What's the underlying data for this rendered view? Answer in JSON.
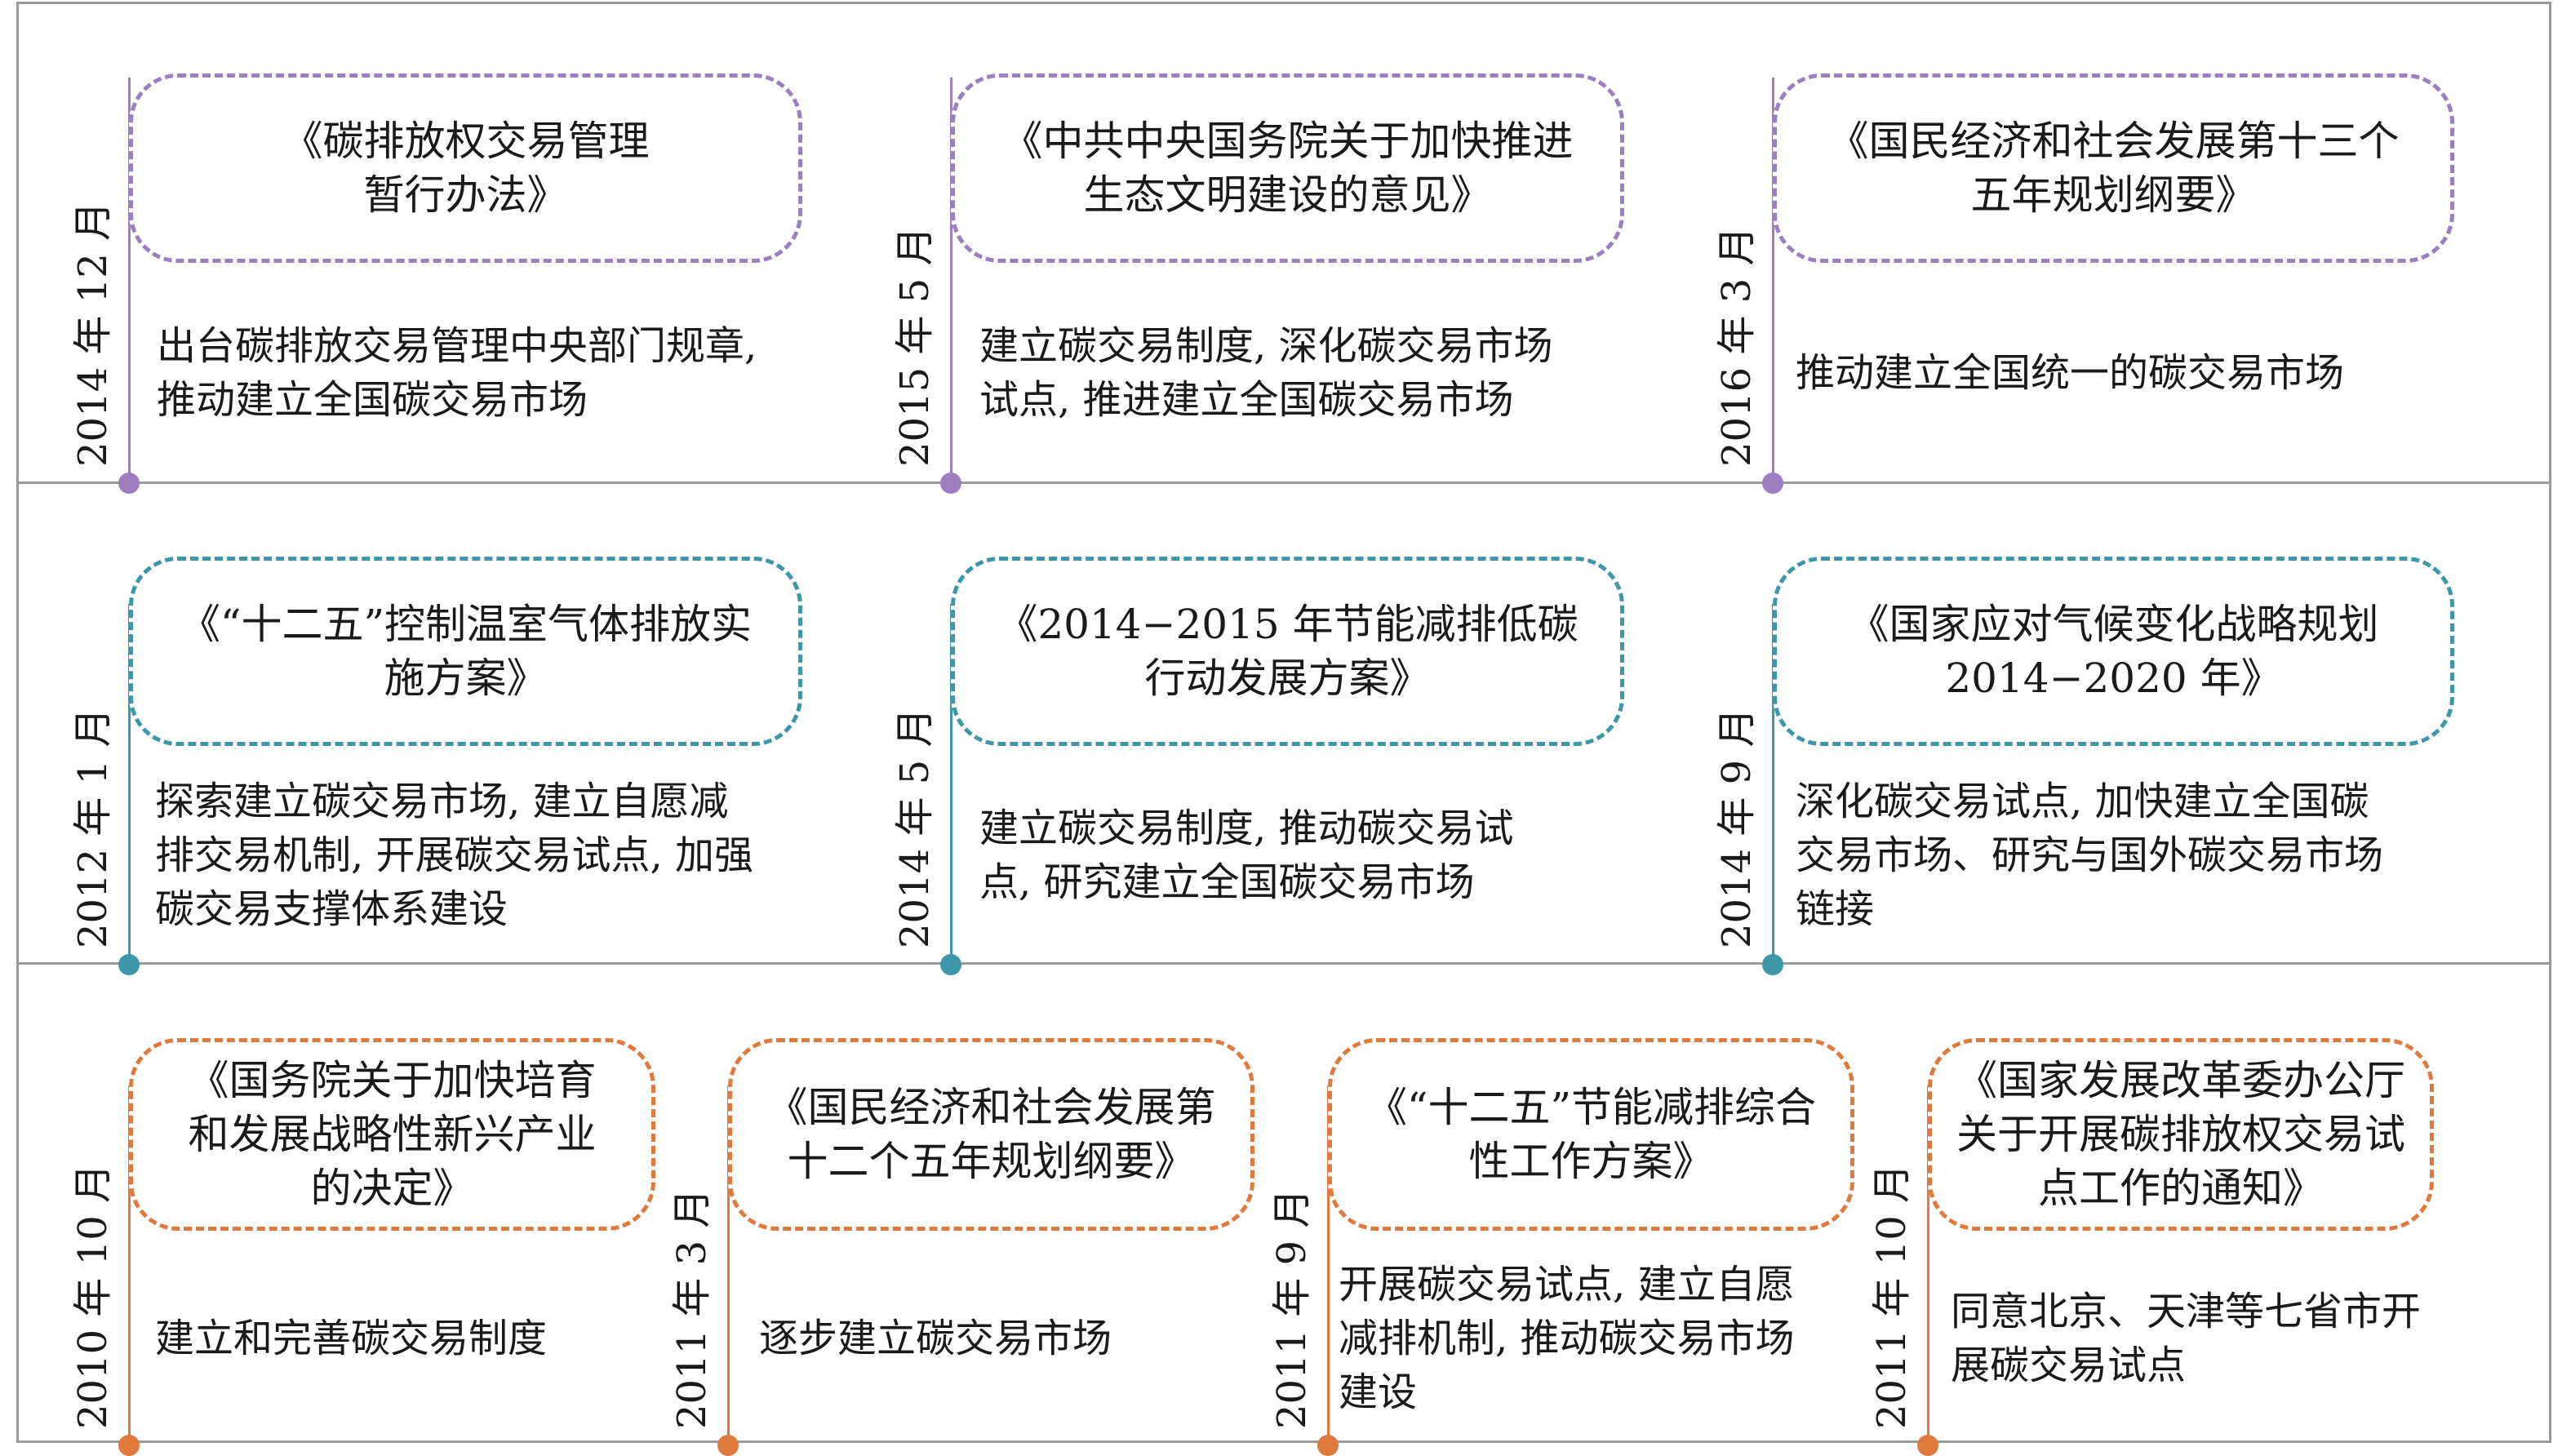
{
  "colors": {
    "row1": "#9b7fc0",
    "row2": "#3d97a8",
    "row3": "#e07a3c",
    "frame": "#9a9a9a"
  },
  "rows": [
    {
      "entries": [
        {
          "date": "2014 年 12 月",
          "title": [
            "《碳排放权交易管理",
            "暂行办法》"
          ],
          "desc": [
            "出台碳排放交易管理中央部门规章,",
            "推动建立全国碳交易市场"
          ]
        },
        {
          "date": "2015 年 5 月",
          "title": [
            "《中共中央国务院关于加快推进",
            "生态文明建设的意见》"
          ],
          "desc": [
            "建立碳交易制度, 深化碳交易市场",
            "试点, 推进建立全国碳交易市场"
          ]
        },
        {
          "date": "2016 年 3 月",
          "title": [
            "《国民经济和社会发展第十三个",
            "五年规划纲要》"
          ],
          "desc": [
            "推动建立全国统一的碳交易市场"
          ]
        }
      ]
    },
    {
      "entries": [
        {
          "date": "2012 年 1 月",
          "title": [
            "《“十二五”控制温室气体排放实",
            "施方案》"
          ],
          "desc": [
            "探索建立碳交易市场, 建立自愿减",
            "排交易机制, 开展碳交易试点, 加强",
            "碳交易支撑体系建设"
          ]
        },
        {
          "date": "2014 年 5 月",
          "title": [
            "《2014−2015 年节能减排低碳",
            "行动发展方案》"
          ],
          "desc": [
            "建立碳交易制度, 推动碳交易试",
            "点, 研究建立全国碳交易市场"
          ]
        },
        {
          "date": "2014 年 9 月",
          "title": [
            "《国家应对气候变化战略规划",
            "2014−2020 年》"
          ],
          "desc": [
            "深化碳交易试点, 加快建立全国碳",
            "交易市场、研究与国外碳交易市场",
            "链接"
          ]
        }
      ]
    },
    {
      "entries": [
        {
          "date": "2010 年 10 月",
          "title": [
            "《国务院关于加快培育",
            "和发展战略性新兴产业",
            "的决定》"
          ],
          "desc": [
            "建立和完善碳交易制度"
          ]
        },
        {
          "date": "2011 年 3 月",
          "title": [
            "《国民经济和社会发展第",
            "十二个五年规划纲要》"
          ],
          "desc": [
            "逐步建立碳交易市场"
          ]
        },
        {
          "date": "2011 年 9 月",
          "title": [
            "《“十二五”节能减排综合",
            "性工作方案》"
          ],
          "desc": [
            "开展碳交易试点, 建立自愿",
            "减排机制, 推动碳交易市场",
            "建设"
          ]
        },
        {
          "date": "2011 年 10 月",
          "title": [
            "《国家发展改革委办公厅",
            "关于开展碳排放权交易试",
            "点工作的通知》"
          ],
          "desc": [
            "同意北京、天津等七省市开",
            "展碳交易试点"
          ]
        }
      ]
    }
  ]
}
